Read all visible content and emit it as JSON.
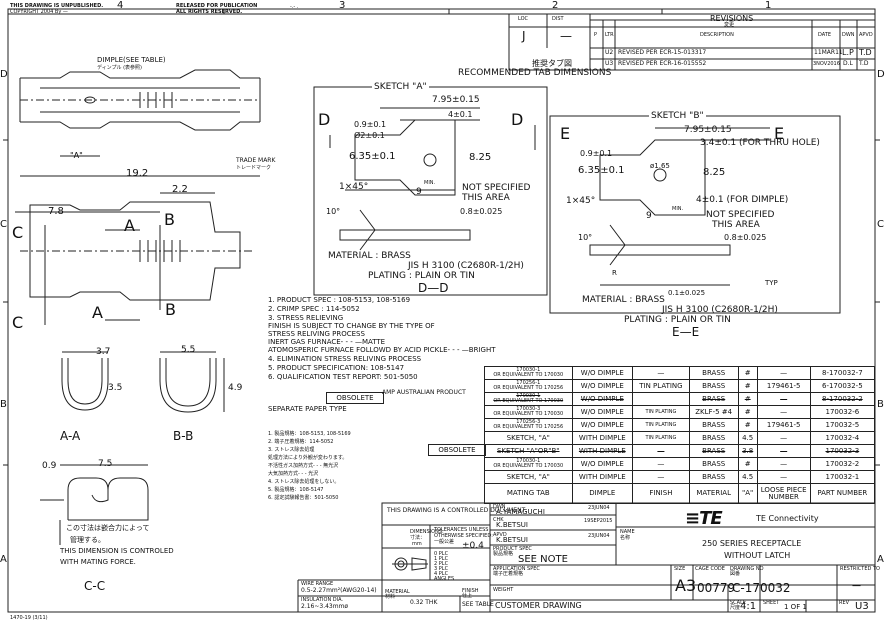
{
  "border": {
    "top_numbers": [
      "4",
      "3",
      "2",
      "1"
    ],
    "side_letters": [
      "D",
      "C",
      "B",
      "A"
    ],
    "unpublished": "THIS DRAWING IS UNPUBLISHED.",
    "copyright": "COPYRIGHT 2004 By —",
    "released": "RELEASED FOR PUBLICATION",
    "rights": "ALL RIGHTS RESERVED.",
    "released_dash": "-.-  .",
    "footer_code": "1470-19 (3/11)"
  },
  "loc": {
    "loc_label": "LOC",
    "dist_label": "DIST",
    "loc_value": "J",
    "dist_value": "—"
  },
  "revisions": {
    "title": "REVISIONS",
    "title_jp": "変更",
    "headers": [
      "P",
      "LTR",
      "DESCRIPTION",
      "DATE",
      "DWN",
      "APVD"
    ],
    "rows": [
      {
        "ltr": "U2",
        "desc": "REVISED PER ECR-15-013317",
        "date": "11MAR11",
        "dwn": "L.P",
        "apvd": "T.D"
      },
      {
        "ltr": "U3",
        "desc": "REVISED PER ECR-16-015552",
        "date": "3NOV2016",
        "dwn": "D.L",
        "apvd": "T.D"
      }
    ]
  },
  "recommended": {
    "jp": "推奨タブ図",
    "en": "RECOMMENDED TAB DIMENSIONS"
  },
  "sketch_a": {
    "title": "SKETCH \"A\"",
    "dims": [
      "7.95±0.15",
      "4±0.1",
      "0.9±0.1",
      "Ø2±0.1",
      "6.35±0.1",
      "8.25",
      "1×45°",
      "MIN.",
      "9",
      "NOT SPECIFIED",
      "THIS AREA",
      "10°",
      "0.8±0.025",
      "D",
      "D"
    ],
    "material": "MATERIAL : BRASS",
    "material2": "JIS H 3100 (C2680R-1/2H)",
    "plating": "PLATING : PLAIN OR TIN",
    "section": "D—D"
  },
  "sketch_b": {
    "title": "SKETCH \"B\"",
    "dims": [
      "7.95±0.15",
      "3.4±0.1 (FOR THRU HOLE)",
      "0.9±0.1",
      "ø1.65",
      "6.35±0.1",
      "8.25",
      "1×45°",
      "4±0.1 (FOR DIMPLE)",
      "9",
      "MIN.",
      "NOT SPECIFIED",
      "THIS AREA",
      "10°",
      "0.8±0.025",
      "R",
      "0.1±0.025",
      "TYP",
      "E",
      "E"
    ],
    "material": "MATERIAL : BRASS",
    "material2": "JIS H 3100 (C2680R-1/2H)",
    "plating": "PLATING : PLAIN OR TIN",
    "section": "E—E"
  },
  "left_view": {
    "dimple": "DIMPLE(SEE TABLE)",
    "dimple_jp": "ディンプル (表参照)",
    "a_label": "\"A\"",
    "trademark": "TRADE MARK",
    "trademark_jp": "トレードマーク",
    "len": "19.2",
    "dim78": "7.8",
    "dim22": "2.2",
    "c": "C",
    "a": "A",
    "b": "B"
  },
  "sections": {
    "aa_dim1": "3.7",
    "aa_dim2": "3.5",
    "aa_label": "A-A",
    "bb_dim1": "5.5",
    "bb_dim2": "4.9",
    "bb_label": "B-B",
    "cc_dim1": "7.5",
    "cc_dim2": "0.9",
    "cc_label": "C-C",
    "cc_note_jp1": "この寸法は嵌合力によって",
    "cc_note_jp2": "管理する。",
    "cc_note1": "THIS DIMENSION IS CONTROLED",
    "cc_note2": "WITH MATING FORCE."
  },
  "notes": {
    "lines": [
      "1. PRODUCT SPEC : 108-5153, 108-5169",
      "2. CRIMP SPEC : 114-5052",
      "3. STRESS RELIEVING",
      "    FINISH IS SUBJECT TO CHANGE BY THE TYPE OF",
      "    STRESS RELIVING PROCESS",
      "    INERT GAS FURNACE- - - —MATTE",
      "    ATOMOSPERIC FURNACE FOLLOWD BY ACID PICKLE- - - —BRIGHT",
      "4. ELIMINATION STRESS RELIVING PROCESS",
      "5. PRODUCT SPECIFICATION: 108-5147",
      "6. QUALIFICATION TEST REPORT: 501-5050"
    ],
    "separate": "SEPARATE PAPER TYPE",
    "jp_lines": [
      "1. 製品規格：108-5153, 108-5169",
      "2. 端子圧着規格：114-5052",
      "3. ストレス除去処理",
      "    処理方法により外観が変わります。",
      "    不活性ガス加熱方式- - - 無光沢",
      "    大気加熱方式- - - 光沢",
      "4. ストレス除去処理をしない。",
      "5. 製品規格：108-5147",
      "6. 認定試験報告書：501-5050"
    ]
  },
  "parts_table": {
    "headers": [
      "MATING TAB",
      "DIMPLE",
      "FINISH",
      "MATERIAL",
      "\"A\"",
      "LOOSE PIECE NUMBER",
      "PART NUMBER"
    ],
    "obsolete": "OBSOLETE",
    "amp": "AMP AUSTRALIAN PRODUCT",
    "rows": [
      {
        "tab": "170030-1",
        "tab2": "OR EQUIVALENT TO 170030",
        "dimple": "W/O DIMPLE",
        "finish": "—",
        "material": "BRASS",
        "a": "#",
        "loose": "—",
        "part": "8-170032-7",
        "strike": false
      },
      {
        "tab": "170256-1",
        "tab2": "OR EQUIVALENT TO 170256",
        "dimple": "W/O DIMPLE",
        "finish": "TIN PLATING",
        "material": "BRASS",
        "a": "#",
        "loose": "179461-5",
        "part": "6-170032-5",
        "strike": false
      },
      {
        "tab": "170030-1",
        "tab2": "OR EQUIVALENT TO 170030",
        "dimple": "W/O DIMPLE",
        "finish": "",
        "material": "BRASS",
        "a": "#",
        "loose": "—",
        "part": "8-170032-2",
        "strike": true
      },
      {
        "tab": "170030-3",
        "tab2": "OR EQUIVALENT TO 170030",
        "dimple": "W/O DIMPLE",
        "finish": "TIN PLATING",
        "material": "ZKLF-5 #4",
        "a": "#",
        "loose": "—",
        "part": "170032-6",
        "strike": false
      },
      {
        "tab": "170256-3",
        "tab2": "OR EQUIVALENT TO 170256",
        "dimple": "W/O DIMPLE",
        "finish": "TIN PLATING",
        "material": "BRASS",
        "a": "#",
        "loose": "179461-5",
        "part": "170032-5",
        "strike": false
      },
      {
        "tab": "SKETCH, \"A\"",
        "tab2": "",
        "dimple": "WITH DIMPLE",
        "finish": "TIN PLATING",
        "material": "BRASS",
        "a": "4.5",
        "loose": "—",
        "part": "170032-4",
        "strike": false
      },
      {
        "tab": "SKETCH \"A\"OR\"B\"",
        "tab2": "",
        "dimple": "WITH DIMPLE",
        "finish": "—",
        "material": "BRASS",
        "a": "3.8",
        "loose": "—",
        "part": "170032-3",
        "strike": true
      },
      {
        "tab": "170030-1",
        "tab2": "OR EQUIVALENT TO 170030",
        "dimple": "W/O DIMPLE",
        "finish": "—",
        "material": "BRASS",
        "a": "#",
        "loose": "—",
        "part": "170032-2",
        "strike": false
      },
      {
        "tab": "SKETCH, \"A\"",
        "tab2": "",
        "dimple": "WITH DIMPLE",
        "finish": "—",
        "material": "BRASS",
        "a": "4.5",
        "loose": "—",
        "part": "170032-1",
        "strike": false
      }
    ]
  },
  "title_block": {
    "controlled": "THIS DRAWING IS A CONTROLLED DOCUMENT.",
    "dimensions": "DIMENSIONS:",
    "dimensions_jp": "寸法：",
    "unit": "mm",
    "tolerances": "TOLERANCES UNLESS",
    "tolerances2": "OTHERWISE SPECIFIED:",
    "tolerances_jp": "一般公差",
    "tol": "±0.4",
    "plc": [
      "0 PLC",
      "1 PLC",
      "2 PLC",
      "3 PLC",
      "4 PLC",
      "ANGLES"
    ],
    "dwn_label": "DWN",
    "dwn": "A.YAMAGUCHI",
    "dwn_date": "23JUN04",
    "chk_label": "CHK",
    "chk": "K.BETSUI",
    "chk_date": "19SEP2015",
    "appd_label": "APVD",
    "appd": "K.BETSUI",
    "appd_date": "23JUN04",
    "product_spec": "PRODUCT SPEC",
    "product_spec_jp": "製品規格",
    "see_note": "SEE  NOTE",
    "app_spec": "APPLICATION SPEC",
    "app_spec_jp": "端子圧着規格",
    "weight": "WEIGHT",
    "wire_range_label": "WIRE RANGE",
    "wire_range": "0.5-2.27mm²(AWG20-14)",
    "insulation_label": "INSULATION DIA.",
    "insulation": "2.16~3.43mmø",
    "material_label": "MATERIAL",
    "material_jp": "材料",
    "thk": "0.32 THK",
    "finish_label": "FINISH",
    "finish_jp": "仕上",
    "see_table": "SEE TABLE",
    "company": "TE Connectivity",
    "name_label": "NAME",
    "name_jp": "名称",
    "name1": "250 SERIES RECEPTACLE",
    "name2": "WITHOUT LATCH",
    "size_label": "SIZE",
    "cage_label": "CAGE CODE",
    "dwg_label": "DRAWING NO",
    "dwg_jp": "図番",
    "restricted": "RESTRICTED TO",
    "size": "A3",
    "cage": "00779",
    "dwg": "C-170032",
    "restricted_val": "—",
    "customer": "CUSTOMER DRAWING",
    "scale_label": "SCALE",
    "scale_jp": "尺度",
    "scale": "4:1",
    "sheet_label": "SHEET",
    "sheet": "1 OF 1",
    "rev_label": "REV",
    "rev": "U3"
  }
}
